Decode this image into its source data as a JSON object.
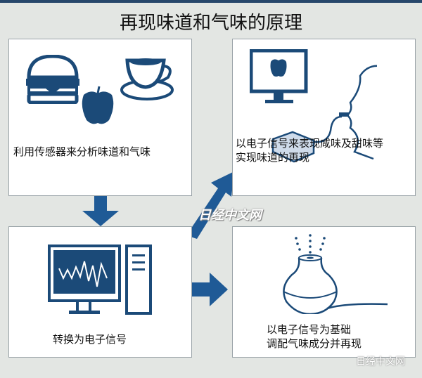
{
  "title": "再现味道和气味的原理",
  "steps": [
    {
      "caption": "利用传感器来分析味道和气味"
    },
    {
      "caption_lines": [
        "以电子信号来表现咸味及甜味等",
        "实现味道的再现"
      ]
    },
    {
      "caption": "转换为电子信号"
    },
    {
      "caption_lines": [
        "以电子信号为基础",
        "调配气味成分并再现"
      ]
    }
  ],
  "watermark": "日经中文网",
  "footer_watermark": "日经中文网",
  "colors": {
    "accent": "#1f5a96",
    "dark": "#1b4a78",
    "background": "#e3e6e3"
  }
}
